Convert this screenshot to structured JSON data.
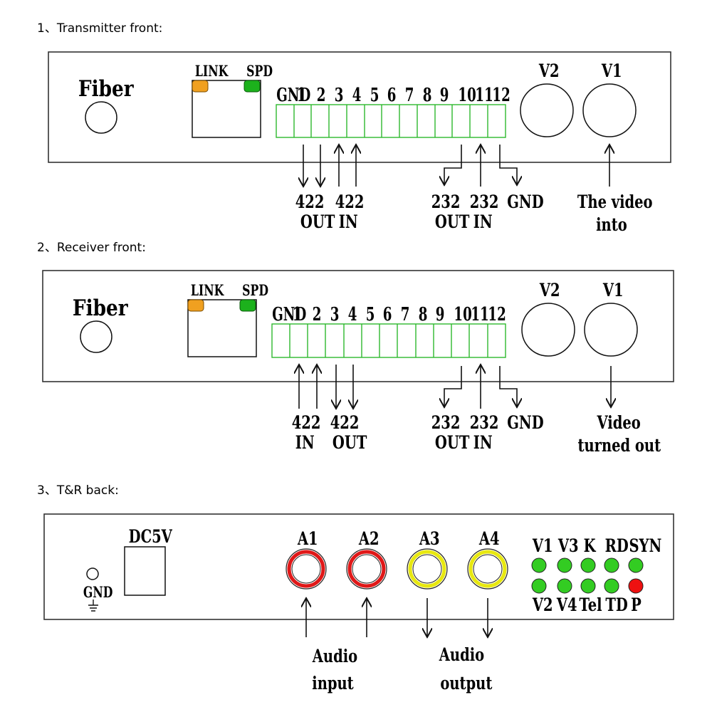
{
  "sections": [
    {
      "title": "1、Transmitter front:",
      "fiber": "Fiber",
      "link": "LINK",
      "spd": "SPD",
      "terminals": [
        "GND",
        "1",
        "2",
        "3",
        "4",
        "5",
        "6",
        "7",
        "8",
        "9",
        "10",
        "11",
        "12"
      ],
      "v2": "V2",
      "v1": "V1",
      "labels": {
        "a1": "422",
        "a2": "OUT",
        "b1": "422",
        "b2": "IN",
        "c1": "232",
        "c2": "OUT",
        "d1": "232",
        "d2": "IN",
        "gnd": "GND",
        "video1": "The video",
        "video2": "into"
      }
    },
    {
      "title": "2、Receiver front:",
      "fiber": "Fiber",
      "link": "LINK",
      "spd": "SPD",
      "terminals": [
        "GND",
        "1",
        "2",
        "3",
        "4",
        "5",
        "6",
        "7",
        "8",
        "9",
        "10",
        "11",
        "12"
      ],
      "v2": "V2",
      "v1": "V1",
      "labels": {
        "a1": "422",
        "a2": "IN",
        "b1": "422",
        "b2": "OUT",
        "c1": "232",
        "c2": "OUT",
        "d1": "232",
        "d2": "IN",
        "gnd": "GND",
        "video1": "Video",
        "video2": "turned out"
      }
    },
    {
      "title": "3、T&R back:",
      "dc": "DC5V",
      "gnd": "GND",
      "audio": [
        "A1",
        "A2",
        "A3",
        "A4"
      ],
      "leds_top": [
        "V1",
        "V3",
        "K",
        "RD",
        "SYN"
      ],
      "leds_bottom": [
        "V2",
        "V4",
        "Tel",
        "TD",
        "P"
      ],
      "input1": "Audio",
      "input2": "input",
      "output1": "Audio",
      "output2": "output"
    }
  ],
  "colors": {
    "terminal_green": "#2db82d",
    "link_orange": "#f0a020",
    "spd_green": "#1cb11c",
    "led_green": "#33cc22",
    "led_red": "#ee1111",
    "jack_red": "#e01818",
    "jack_yellow": "#e8e810"
  }
}
